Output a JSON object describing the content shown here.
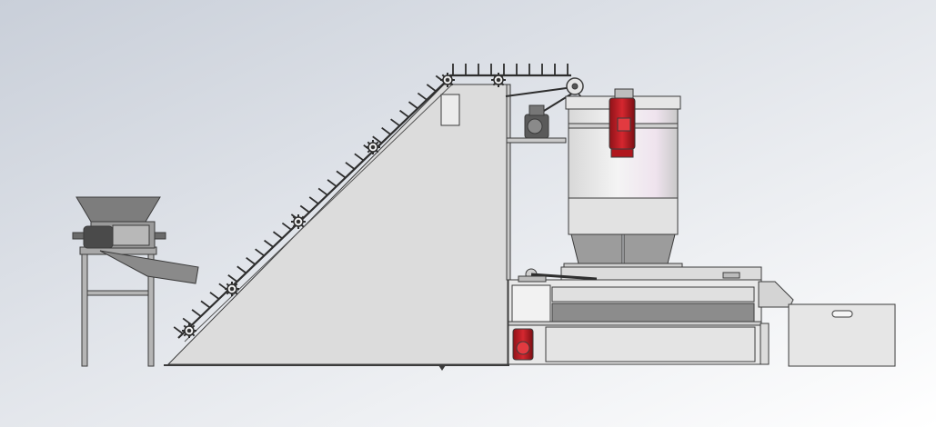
{
  "scene": {
    "view": "side elevation",
    "background": {
      "top_left": "#c9cfd9",
      "bottom_right": "#ffffff"
    },
    "colors": {
      "outline": "#3b3b3b",
      "panel": "#dcdcdc",
      "panel_light": "#ebebeb",
      "hopper": "#7d7d7d",
      "dark_band": "#8c8c8c",
      "motor_red": "#c8202a",
      "motor_dark": "#4a4a4a",
      "chain": "#2e2e2e"
    },
    "components": [
      {
        "id": "feed-hopper",
        "label": ""
      },
      {
        "id": "crusher-motor",
        "label": ""
      },
      {
        "id": "inclined-conveyor",
        "label": ""
      },
      {
        "id": "conveyor-gear-motor",
        "label": ""
      },
      {
        "id": "drying-tower",
        "label": ""
      },
      {
        "id": "tower-red-motor",
        "label": ""
      },
      {
        "id": "lower-red-motor",
        "label": ""
      },
      {
        "id": "collection-bin",
        "label": ""
      }
    ]
  }
}
